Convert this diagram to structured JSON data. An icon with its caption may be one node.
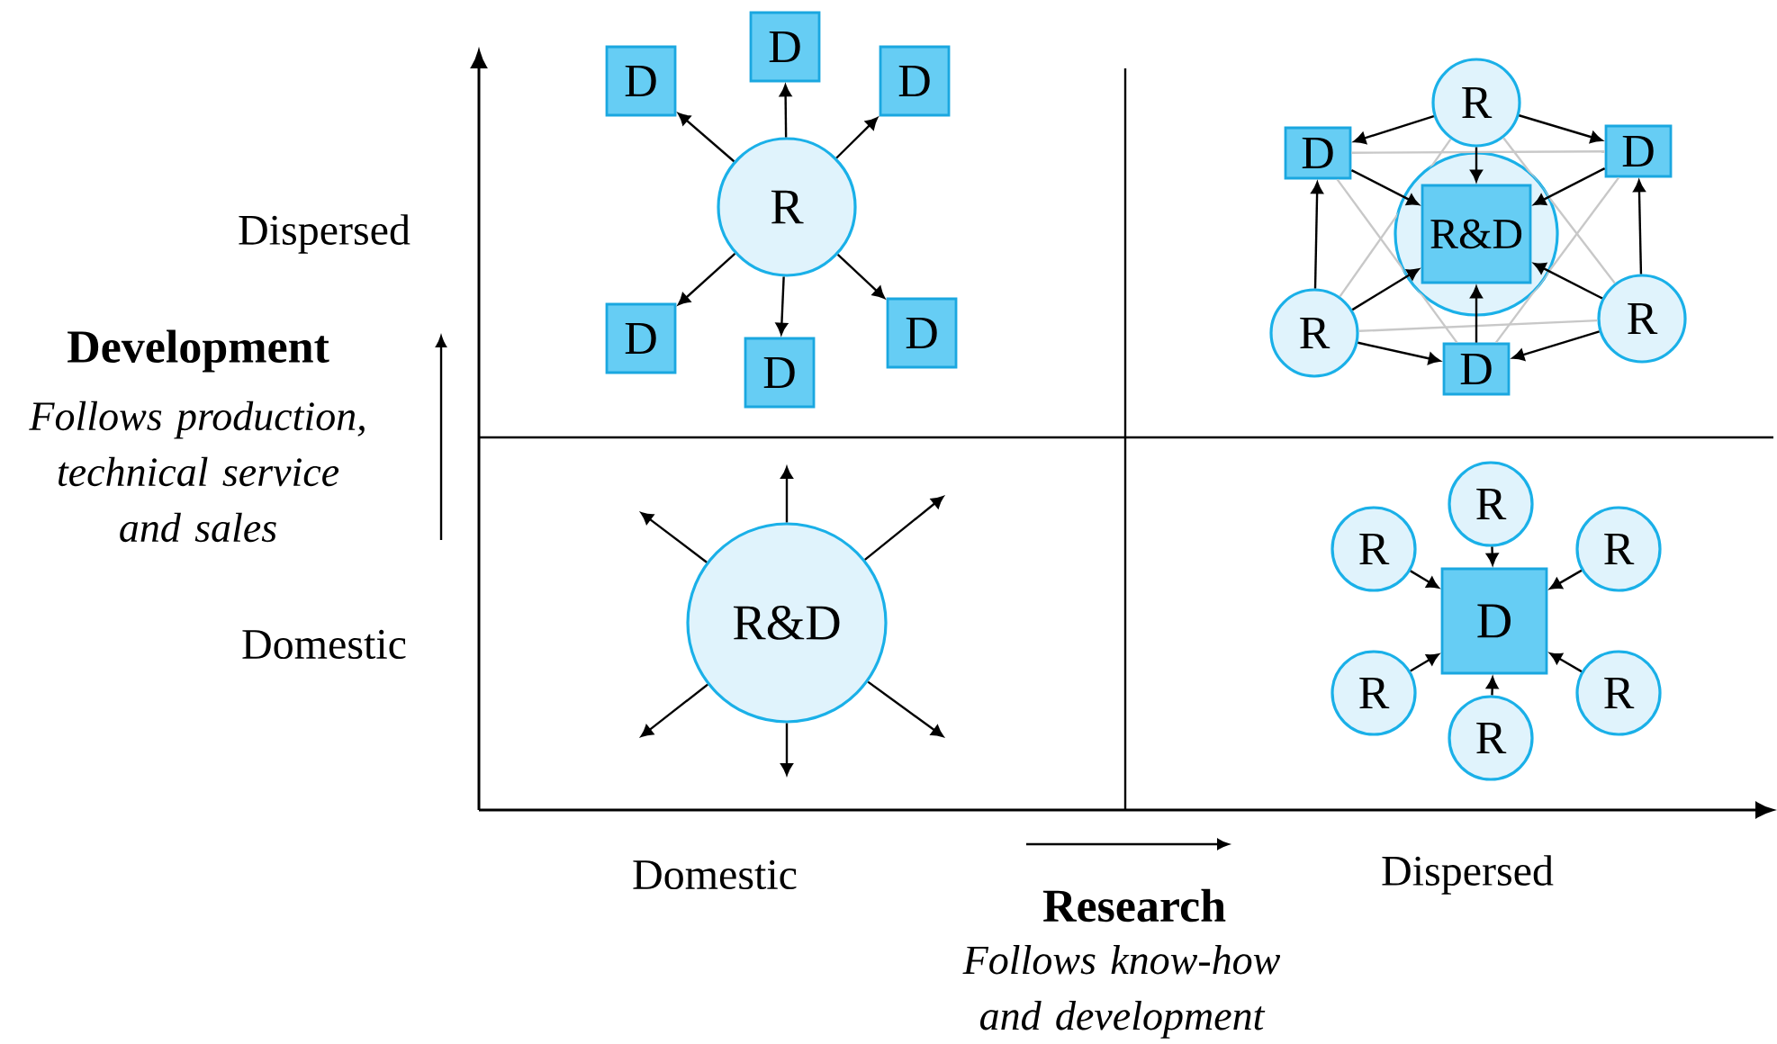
{
  "diagram": {
    "nodes": [
      {
        "text": [
          "R"
        ]
      },
      {
        "text": [
          "D"
        ]
      },
      {
        "text": [
          "D"
        ]
      },
      {
        "text": [
          "D"
        ]
      },
      {
        "text": [
          "D"
        ]
      },
      {
        "text": [
          "D"
        ]
      },
      {
        "text": [
          "D"
        ]
      },
      {
        "text": [
          "R&D"
        ]
      },
      {
        "text": [
          "R"
        ]
      },
      {
        "text": [
          "D"
        ]
      },
      {
        "text": [
          "D"
        ]
      },
      {
        "text": [],
        "shape": "circle"
      },
      {
        "text": [
          "R&D"
        ],
        "in": 11
      },
      {
        "text": [
          "R"
        ]
      },
      {
        "text": [
          "R"
        ]
      },
      {
        "text": [
          "D"
        ]
      },
      {
        "text": [
          "D"
        ]
      },
      {
        "text": [
          "R"
        ]
      },
      {
        "text": [
          "R"
        ]
      },
      {
        "text": [
          "R"
        ]
      },
      {
        "text": [
          "R"
        ]
      },
      {
        "text": [
          "R"
        ]
      },
      {
        "text": [
          "R"
        ]
      }
    ],
    "edges": [
      {
        "from": 0,
        "to": 1,
        "arrow": "to"
      },
      {
        "from": 0,
        "to": 2,
        "arrow": "to"
      },
      {
        "from": 0,
        "to": 3,
        "arrow": "to"
      },
      {
        "from": 0,
        "to": 4,
        "arrow": "to"
      },
      {
        "from": 0,
        "to": 5,
        "arrow": "to"
      },
      {
        "from": 0,
        "to": 6,
        "arrow": "to"
      },
      {
        "from": 7,
        "to": null,
        "arrow": "to"
      },
      {
        "from": 7,
        "to": null,
        "arrow": "to"
      },
      {
        "from": 7,
        "to": null,
        "arrow": "to"
      },
      {
        "from": 7,
        "to": null,
        "arrow": "to"
      },
      {
        "from": 7,
        "to": null,
        "arrow": "to"
      },
      {
        "from": 7,
        "to": null,
        "arrow": "to"
      },
      {
        "from": 8,
        "to": 13,
        "arrow": "none",
        "color": "#c8c8c8"
      },
      {
        "from": 8,
        "to": 14,
        "arrow": "none",
        "color": "#c8c8c8"
      },
      {
        "from": 13,
        "to": 14,
        "arrow": "none",
        "color": "#c8c8c8"
      },
      {
        "from": 9,
        "to": 10,
        "arrow": "none",
        "color": "#c8c8c8"
      },
      {
        "from": 9,
        "to": 15,
        "arrow": "none",
        "color": "#c8c8c8"
      },
      {
        "from": 10,
        "to": 15,
        "arrow": "none",
        "color": "#c8c8c8"
      },
      {
        "from": 8,
        "to": 9,
        "arrow": "to"
      },
      {
        "from": 8,
        "to": 10,
        "arrow": "to"
      },
      {
        "from": 8,
        "to": 12,
        "arrow": "to"
      },
      {
        "from": 9,
        "to": 12,
        "arrow": "to"
      },
      {
        "from": 10,
        "to": 12,
        "arrow": "to"
      },
      {
        "from": 13,
        "to": 9,
        "arrow": "to"
      },
      {
        "from": 14,
        "to": 10,
        "arrow": "to"
      },
      {
        "from": 13,
        "to": 12,
        "arrow": "to"
      },
      {
        "from": 14,
        "to": 12,
        "arrow": "to"
      },
      {
        "from": 13,
        "to": 15,
        "arrow": "to"
      },
      {
        "from": 14,
        "to": 15,
        "arrow": "to"
      },
      {
        "from": 15,
        "to": 12,
        "arrow": "to"
      },
      {
        "from": 17,
        "to": 16,
        "arrow": "to"
      },
      {
        "from": 18,
        "to": 16,
        "arrow": "to"
      },
      {
        "from": 19,
        "to": 16,
        "arrow": "to"
      },
      {
        "from": 20,
        "to": 16,
        "arrow": "to"
      },
      {
        "from": 21,
        "to": 16,
        "arrow": "to"
      },
      {
        "from": 22,
        "to": 16,
        "arrow": "to"
      }
    ],
    "labels": [
      "Dispersed",
      "Development",
      "Follows production, technical service and sales",
      "Domestic",
      "Domestic",
      "Research",
      "Follows know-how and development",
      "Dispersed"
    ]
  }
}
